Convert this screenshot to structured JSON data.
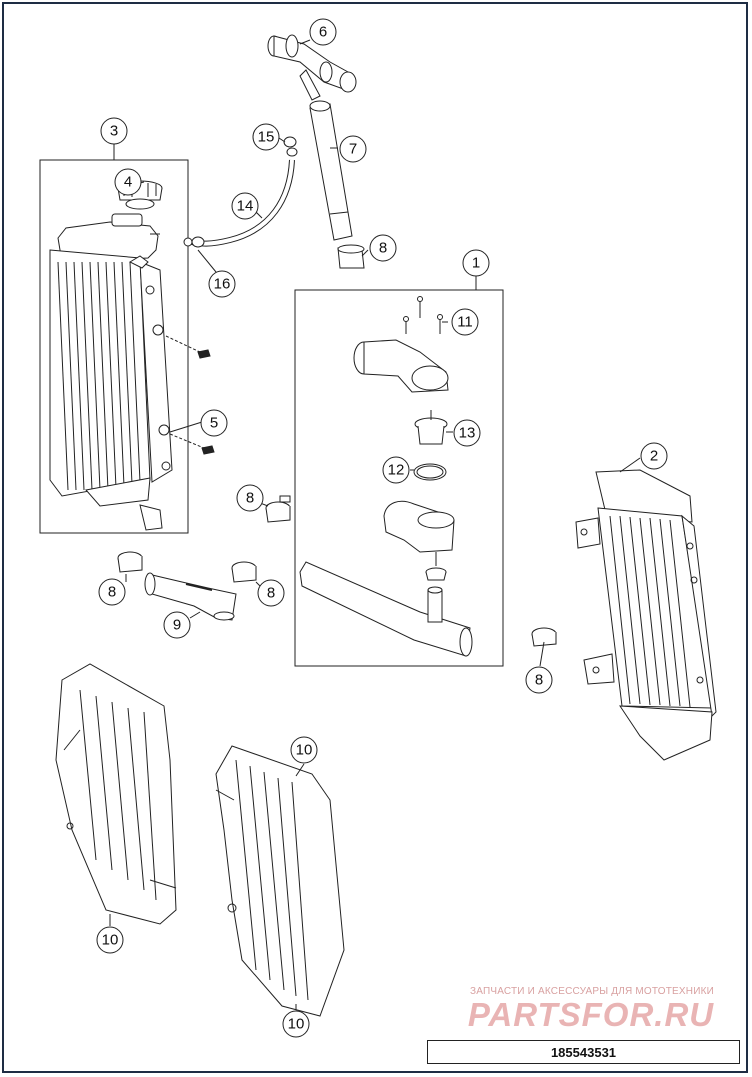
{
  "diagram": {
    "callouts": [
      "1",
      "2",
      "3",
      "4",
      "5",
      "6",
      "7",
      "8",
      "8",
      "8",
      "8",
      "8",
      "9",
      "10",
      "10",
      "10",
      "11",
      "12",
      "13",
      "14",
      "15",
      "16"
    ]
  },
  "watermark": {
    "tagline": "ЗАПЧАСТИ И АКСЕССУАРЫ ДЛЯ МОТОТЕХНИКИ",
    "brand": "PARTSFOR.RU"
  },
  "part_number": "185543531",
  "colors": {
    "frame": "#1e2d44",
    "line": "#222222",
    "watermark": "#e9b4b4"
  }
}
